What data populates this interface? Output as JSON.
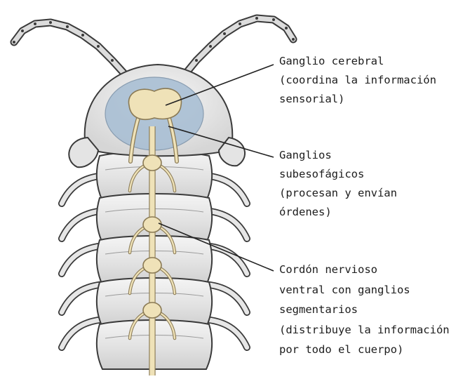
{
  "labels": {
    "brain": {
      "lines": [
        "Ganglio cerebral",
        "(coordina la información",
        "sensorial)"
      ]
    },
    "subesophageal": {
      "lines": [
        "Ganglios",
        "subesofágicos",
        "(procesan y envían",
        "órdenes)"
      ]
    },
    "ventral_cord": {
      "lines": [
        "Cordón nervioso",
        "ventral con ganglios",
        "segmentarios",
        "(distribuye la información",
        "por todo el cuerpo)"
      ]
    }
  },
  "colors": {
    "outline": "#3a3a3a",
    "body_fill": "#e9e9e9",
    "head_fill": "#efefef",
    "brain_region": "#a9bfd4",
    "nerve": "#efe2b8",
    "nerve_outline": "#8a7a55",
    "leader_line": "#222222"
  }
}
